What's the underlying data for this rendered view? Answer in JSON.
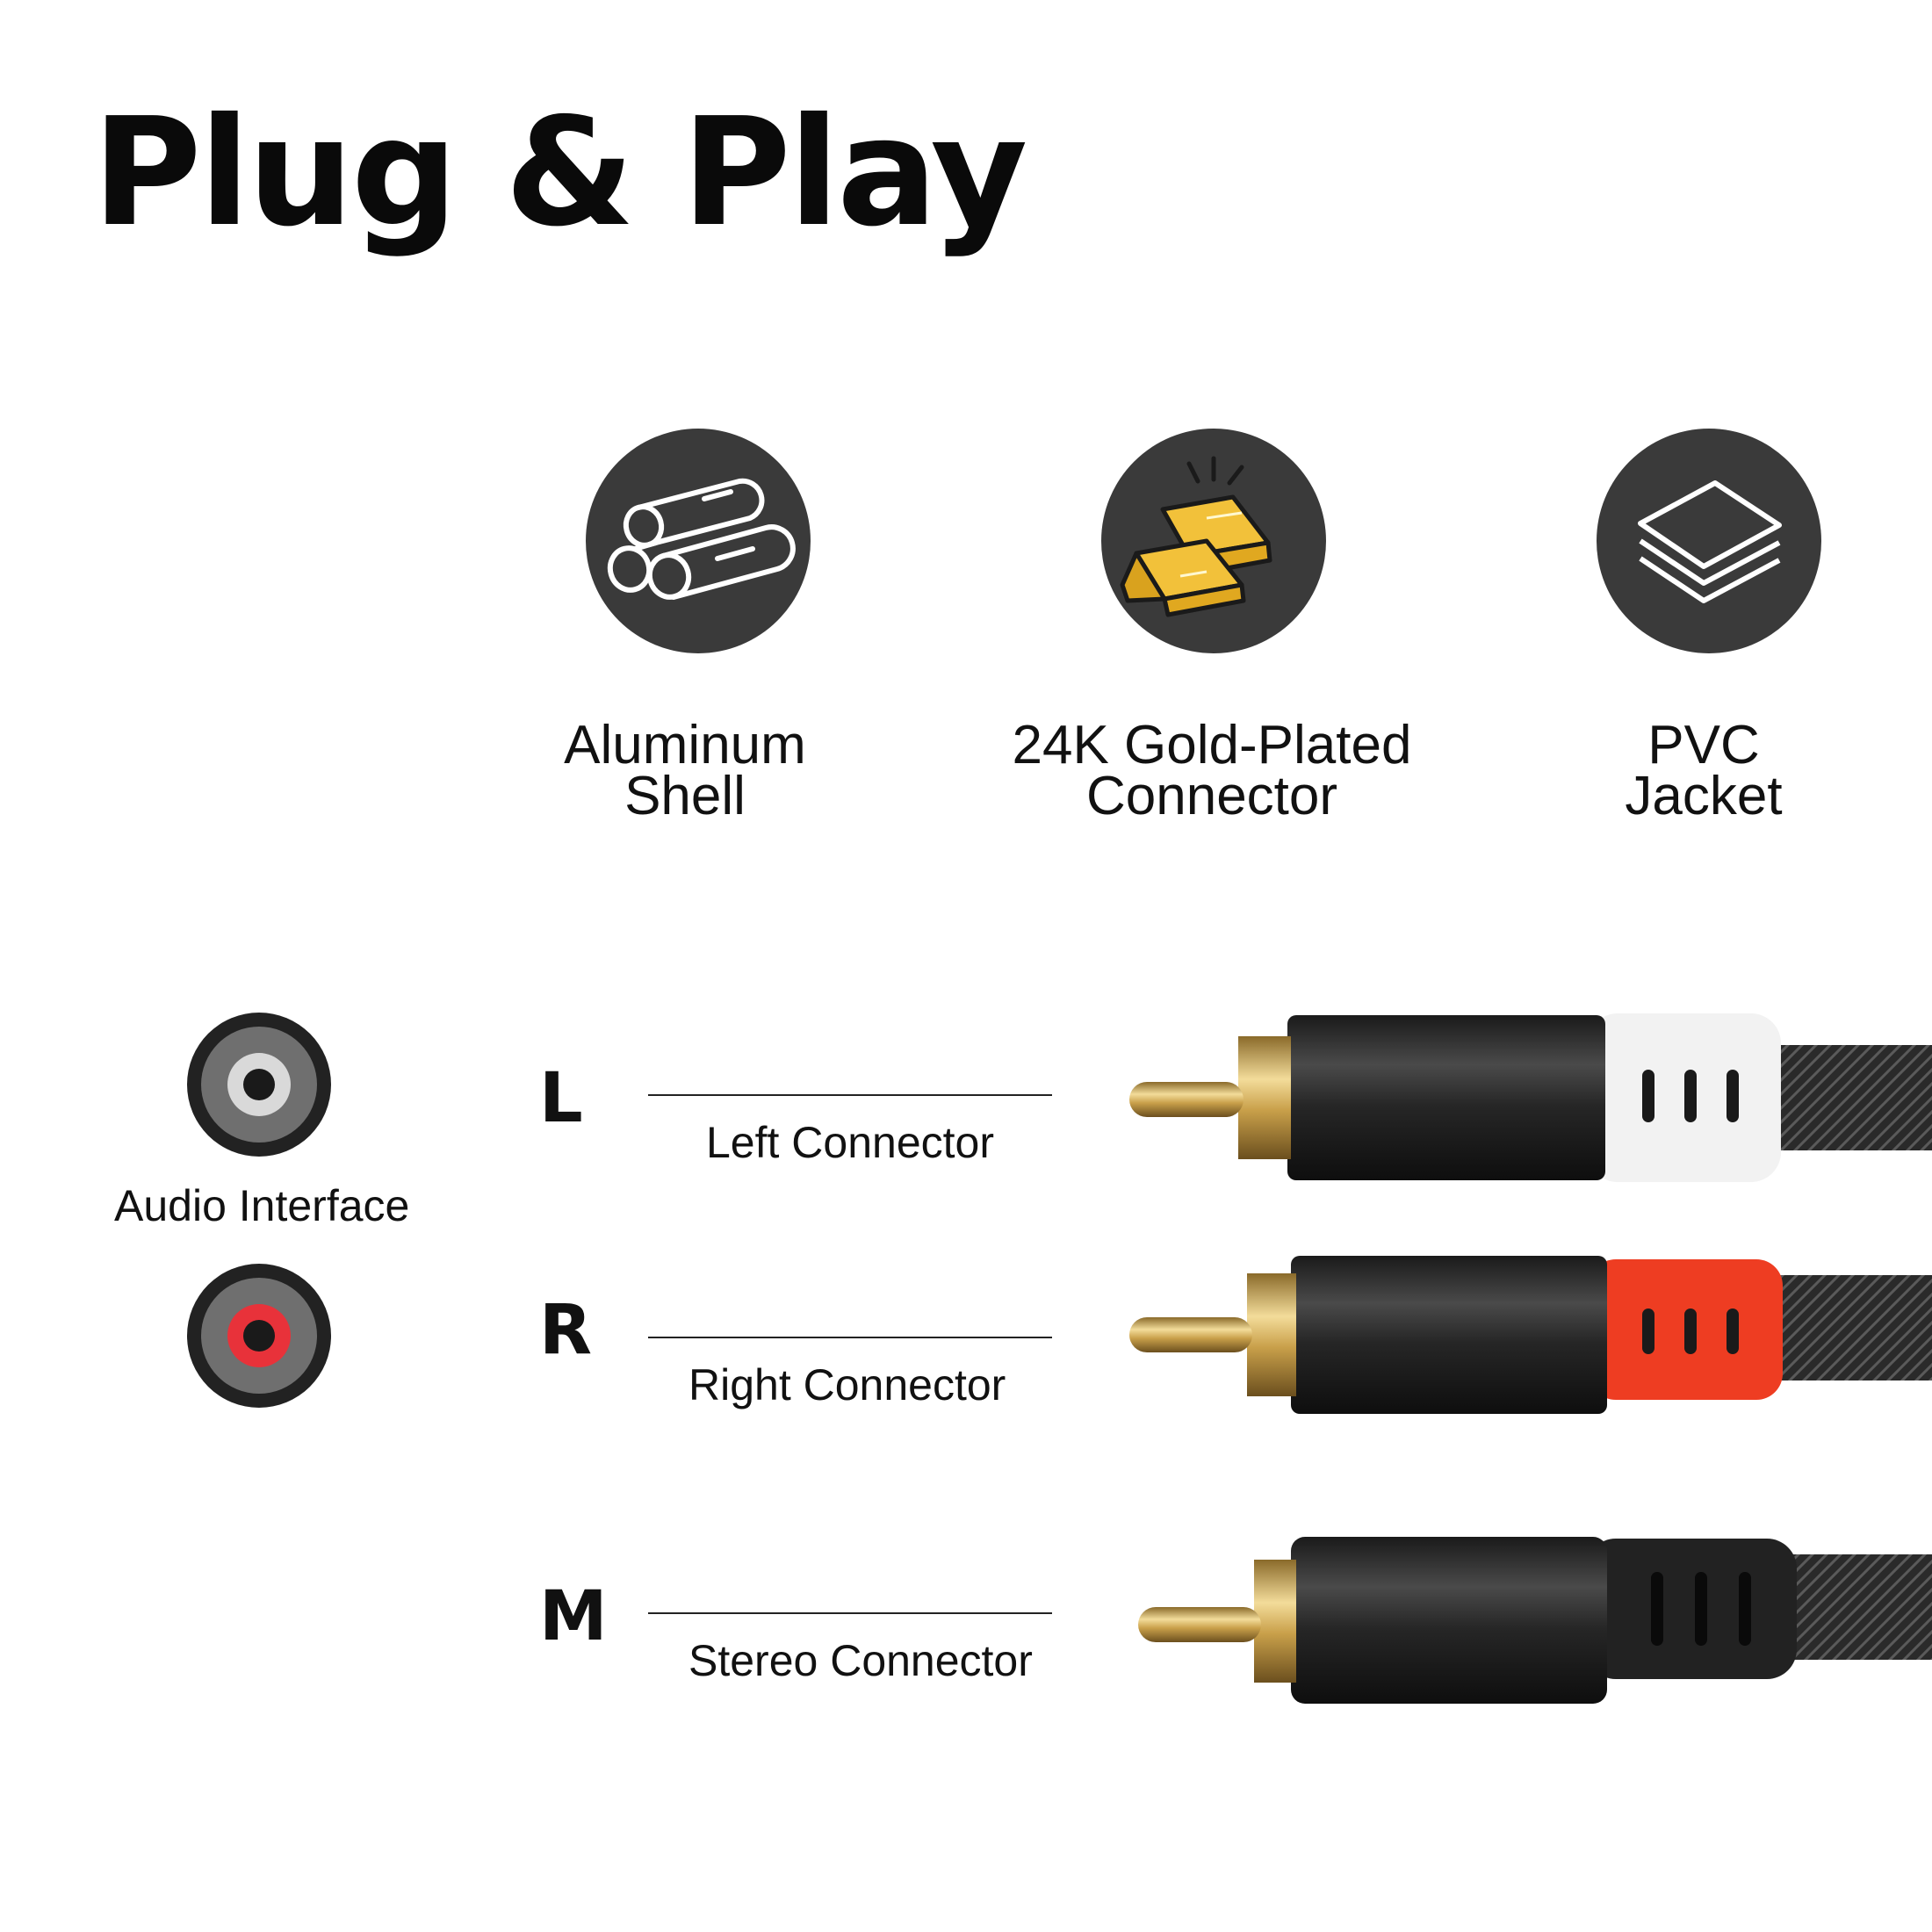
{
  "title": "Plug & Play",
  "features": [
    {
      "icon": "aluminum-rods-icon",
      "line1": "Aluminum",
      "line2": "Shell"
    },
    {
      "icon": "gold-bars-icon",
      "line1": "24K Gold-Plated",
      "line2": "Connector"
    },
    {
      "icon": "layers-icon",
      "line1": "PVC",
      "line2": "Jacket"
    }
  ],
  "audio_interface": {
    "label": "Audio Interface"
  },
  "connectors": [
    {
      "letter": "L",
      "label": "Left Connector",
      "color": "#f2f2f2"
    },
    {
      "letter": "R",
      "label": "Right Connector",
      "color": "#ee3d22"
    },
    {
      "letter": "M",
      "label": "Stereo Connector",
      "color": "#222222"
    }
  ],
  "colors": {
    "gold": "#f2c13a",
    "dark_circle": "#3a3a3a",
    "red_jack": "#e8323a"
  }
}
